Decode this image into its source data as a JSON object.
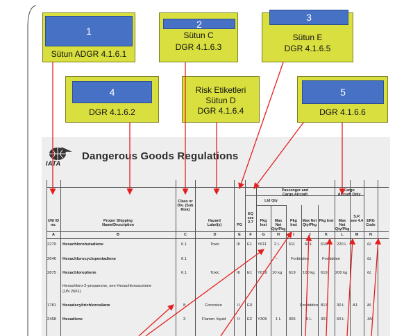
{
  "callouts": [
    {
      "number": "1",
      "text": "Sütun ADGR 4.1.6.1"
    },
    {
      "number": "2",
      "line1": "Sütun C",
      "line2": "DGR 4.1.6.3"
    },
    {
      "number": "3",
      "line1": "Sütun E",
      "line2": "DGR 4.1.6.5"
    },
    {
      "number": "4",
      "text": "DGR 4.1.6.2"
    },
    {
      "line1": "Risk Etiketleri",
      "line2": "Sütun D",
      "line3": "DGR 4.1.6.4"
    },
    {
      "number": "5",
      "text": "DGR 4.1.6.6"
    }
  ],
  "document": {
    "logo_text": "IATA",
    "title": "Dangerous Goods Regulations",
    "group_headers": {
      "passenger_cargo": "Passenger and",
      "passenger_cargo2": "Cargo Aircraft",
      "cargo_only": "Cargo",
      "cargo_only2": "Aircraft Only",
      "ltd_qty": "Ltd Qty"
    },
    "columns": [
      {
        "header": "UN/ ID no.",
        "letter": "A"
      },
      {
        "header": "Proper Shipping Name/Description",
        "letter": "B"
      },
      {
        "header": "Class or Div. (Sub Risk)",
        "letter": "C"
      },
      {
        "header": "Hazard Label(s)",
        "letter": "D"
      },
      {
        "header": "PG",
        "letter": "E"
      },
      {
        "header": "EQ see 2.7",
        "letter": "F"
      },
      {
        "header": "Pkg Inst",
        "letter": "G"
      },
      {
        "header": "Max Net Qty/Pkg",
        "letter": "H"
      },
      {
        "header": "Pkg Inst",
        "letter": "I"
      },
      {
        "header": "Max Net Qty/Pkg",
        "letter": "J"
      },
      {
        "header": "Pkg Inst",
        "letter": "K"
      },
      {
        "header": "Max Net Qty/Pkg",
        "letter": "L"
      },
      {
        "header": "S.P. see 4.4",
        "letter": "M"
      },
      {
        "header": "ERG Code",
        "letter": "N"
      }
    ],
    "rows": [
      {
        "un": "2279",
        "name": "Hexachlorobutadiene",
        "cls": "6.1",
        "label": "Toxic",
        "pg": "III",
        "eq": "E1",
        "g": "Y611",
        "h": "2 L",
        "i": "611",
        "j": "60 L",
        "k": "618",
        "l": "220 L",
        "m": "",
        "n": "6L"
      },
      {
        "un": "2646",
        "name": "Hexachlorocyclopentadiene",
        "cls": "6.1",
        "label": "",
        "pg": "",
        "eq": "",
        "g": "",
        "h": "–",
        "i": "Forbidden",
        "j": "",
        "k": "Forbidden",
        "l": "",
        "m": "",
        "n": "6L"
      },
      {
        "un": "2875",
        "name": "Hexachlorophene",
        "cls": "6.1",
        "label": "Toxic",
        "pg": "III",
        "eq": "E1",
        "g": "Y619",
        "h": "10 kg",
        "i": "619",
        "j": "100 kg",
        "k": "619",
        "l": "200 kg",
        "m": "",
        "n": "6L"
      },
      {
        "un": "",
        "name": "Hexachloro-2-propanone, see Hexachloroacetone",
        "name2": "(UN 2661)",
        "cls": "",
        "label": "",
        "pg": "",
        "eq": "",
        "g": "",
        "h": "",
        "i": "",
        "j": "",
        "k": "",
        "l": "",
        "m": "",
        "n": ""
      },
      {
        "un": "1781",
        "name": "Hexadecyltrichlorosilane",
        "cls": "8",
        "label": "Corrosive",
        "pg": "II",
        "eq": "E0",
        "g": "",
        "h": "",
        "i": "Forbidden",
        "j": "",
        "k": "813",
        "l": "30 L",
        "m": "A1",
        "n": "8L"
      },
      {
        "un": "2458",
        "name": "Hexadiene",
        "cls": "3",
        "label": "Flamm. liquid",
        "pg": "II",
        "eq": "E2",
        "g": "Y305",
        "h": "1 L",
        "i": "305",
        "j": "5 L",
        "k": "307",
        "l": "60 L",
        "m": "",
        "n": "3H"
      }
    ]
  }
}
